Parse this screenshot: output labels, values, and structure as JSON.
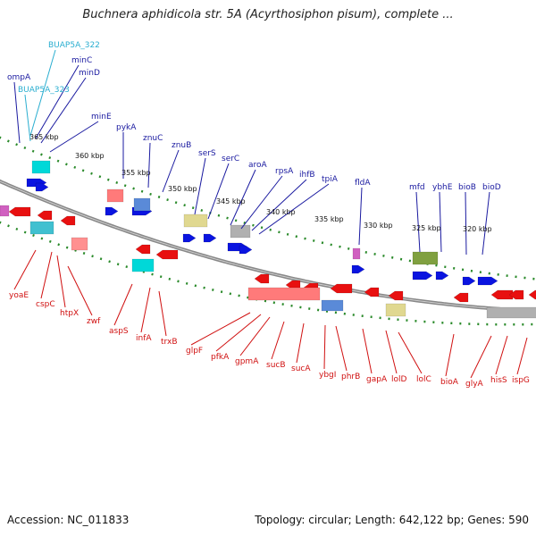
{
  "title": "Buchnera aphidicola str. 5A (Acyrthosiphon pisum), complete ...",
  "footer": {
    "accession": "Accession: NC_011833",
    "summary": "Topology: circular; Length: 642,122 bp; Genes: 590"
  },
  "colors": {
    "backbone": "#888888",
    "tick": "#2a8a2a",
    "forward_label": "#1a1aa0",
    "reverse_label": "#d01010",
    "rna_label": "#2aaed0",
    "forward_gene": "#0a14e0",
    "reverse_gene": "#e81010"
  },
  "kbp_ticks": [
    "365 kbp",
    "360 kbp",
    "355 kbp",
    "350 kbp",
    "345 kbp",
    "340 kbp",
    "335 kbp",
    "330 kbp",
    "325 kbp",
    "320 kbp"
  ],
  "forward_labels": [
    "ompA",
    "BUAP5A_322",
    "minC",
    "minD",
    "BUAP5A_323",
    "minE",
    "pykA",
    "znuC",
    "znuB",
    "serS",
    "serC",
    "aroA",
    "rpsA",
    "ihfB",
    "tpiA",
    "fldA",
    "mfd",
    "ybhE",
    "bioB",
    "bioD"
  ],
  "reverse_labels": [
    "yoaE",
    "cspC",
    "htpX",
    "zwf",
    "aspS",
    "infA",
    "trxB",
    "glpF",
    "pfkA",
    "gpmA",
    "sucB",
    "sucA",
    "ybgI",
    "phrB",
    "gapA",
    "lolD",
    "lolC",
    "bioA",
    "glyA",
    "hisS",
    "ispG"
  ]
}
